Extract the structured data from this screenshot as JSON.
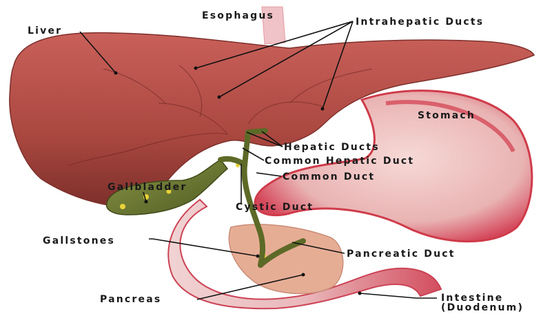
{
  "labels": {
    "esophagus": "Esophagus",
    "liver": "Liver",
    "intrahepatic_ducts": "Intrahepatic Ducts",
    "stomach": "Stomach",
    "hepatic_ducts": "Hepatic Ducts",
    "common_hepatic_duct": "Common Hepatic Duct",
    "common_duct": "Common Duct",
    "gallbladder": "Gallbladder",
    "cystic_duct": "Cystic Duct",
    "gallstones": "Gallstones",
    "pancreatic_duct": "Pancreatic Duct",
    "pancreas": "Pancreas",
    "intestine": "Intestine",
    "duodenum": "(Duodenum)"
  },
  "colors": {
    "liver": "#b5524d",
    "liver_dark": "#7a2e2b",
    "stomach": "#e6aeb0",
    "stomach_rim": "#cf3b4a",
    "gallbladder": "#6f7a33",
    "pancreas": "#e8b29a",
    "esophagus": "#f0c7cb",
    "leader": "#111111"
  }
}
